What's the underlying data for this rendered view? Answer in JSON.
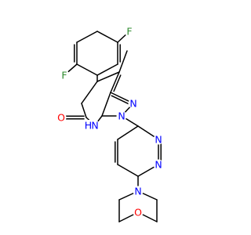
{
  "molecule": {
    "colors": {
      "bond": "#000000",
      "N": "#0000ff",
      "O": "#ff0000",
      "F": "#2e8b2e"
    },
    "labels": {
      "f_upper": "F",
      "f_lower": "F",
      "n_ring1": "N",
      "n_ring2": "N",
      "nh": "N",
      "nh_h": "H",
      "o_carbonyl": "O",
      "n_pyr1": "N",
      "n_pyr2": "N",
      "n_morph": "N",
      "o_morph": "O"
    }
  }
}
